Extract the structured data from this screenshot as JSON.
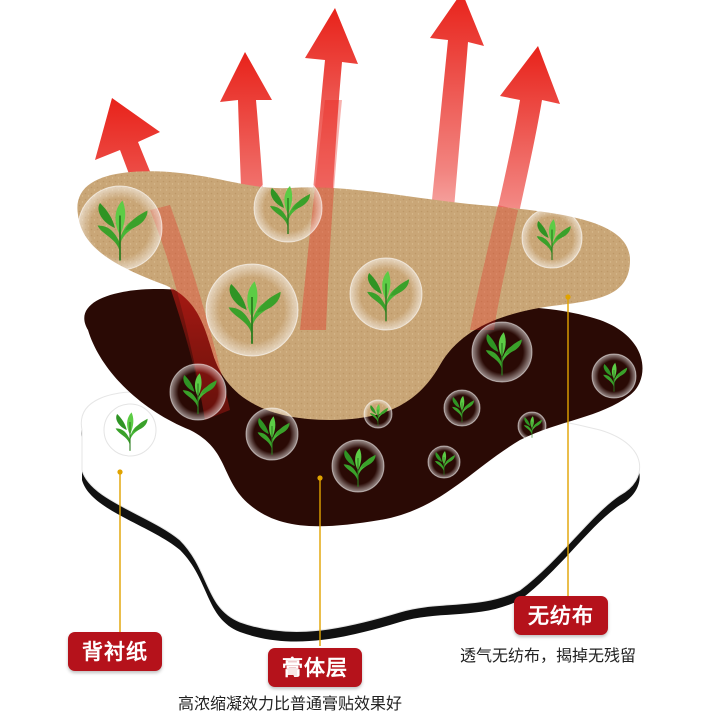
{
  "layers": {
    "backing_label": "背衬纸",
    "paste_label": "膏体层",
    "paste_caption": "高浓缩凝效力比普通膏贴效果好",
    "nonwoven_label": "无纺布",
    "nonwoven_caption": "透气无纺布，揭掉无残留"
  },
  "colors": {
    "label_bg": "#b5121b",
    "leader_line": "#e0a300",
    "arrow": "#e8221a",
    "nonwoven": "#c9a677",
    "paste": "#2a0a05",
    "backing": "#ffffff"
  },
  "icons": [
    "leaf-icon",
    "heat-arrow-icon"
  ]
}
